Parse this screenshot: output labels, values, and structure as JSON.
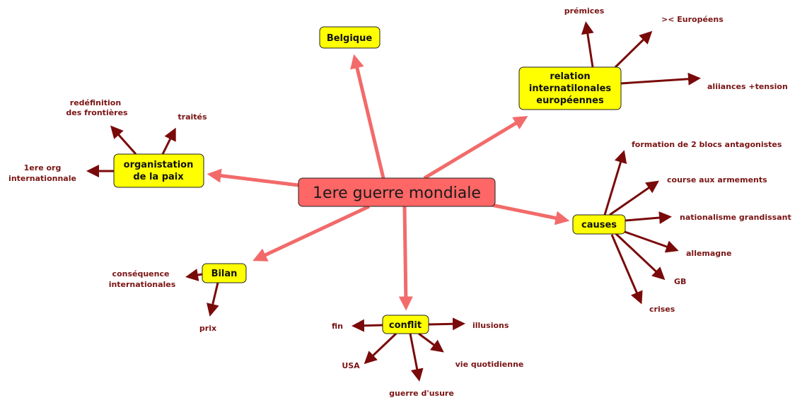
{
  "center": {
    "label": "1ere guerre mondiale"
  },
  "branches": {
    "belgique": {
      "label": "Belgique"
    },
    "relation": {
      "lines": [
        "relation",
        "internatilonales",
        "européennes"
      ],
      "children": [
        "prémices",
        ">< Européens",
        "aliiances +tension"
      ]
    },
    "organisation": {
      "lines": [
        "organistation",
        "de la paix"
      ],
      "children": {
        "redefinition": [
          "redéfinition",
          "des frontières"
        ],
        "traites": "traités",
        "org": [
          "1ere org",
          "internationnale"
        ]
      }
    },
    "causes": {
      "label": "causes",
      "children": [
        "formation de 2 blocs  antagonistes",
        "course aux armements",
        "nationalisme grandissant",
        "allemagne",
        "GB",
        "crises"
      ]
    },
    "bilan": {
      "label": "Bilan",
      "children": {
        "consequence": [
          "conséquence",
          "internationales"
        ],
        "prix": "prix"
      }
    },
    "conflit": {
      "label": "conflit",
      "children": [
        "fin",
        "illusions",
        "USA",
        "guerre d'usure",
        "vie quotidienne"
      ]
    }
  },
  "colors": {
    "center": "#ff6666",
    "node": "#ffff00",
    "main_arrow": "#f26a6a",
    "sub_arrow": "#7a0a0a",
    "leaf_text": "#7a1414"
  }
}
